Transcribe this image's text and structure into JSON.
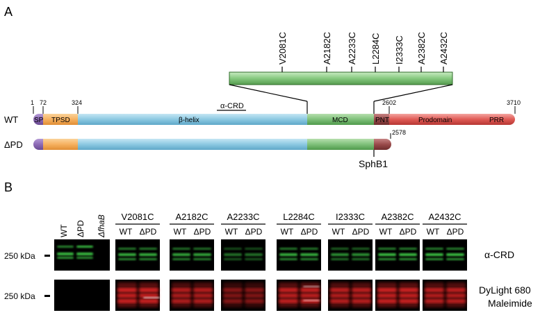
{
  "panel_a": {
    "label": "A",
    "mutants": [
      "V2081C",
      "A2182C",
      "A2233C",
      "L2284C",
      "I2333C",
      "A2382C",
      "A2432C"
    ],
    "positions": [
      "1",
      "72",
      "324",
      "2602",
      "3710",
      "2578"
    ],
    "wt_label": "WT",
    "dpd_label": "ΔPD",
    "crd_label": "α-CRD",
    "domains": {
      "sp": "SP",
      "tpsd": "TPSD",
      "helix": "β-helix",
      "mcd": "MCD",
      "pnt": "PNT",
      "prodomain": "Prodomain",
      "prr": "PRR"
    },
    "sphb1": "SphB1",
    "colors": {
      "sp": "#8e6bb6",
      "tpsd": "#f6b160",
      "helix": "#8cc9e2",
      "mcd": "#7fc07a",
      "pnt": "#9a4b4b",
      "prodomain": "#e05a55",
      "zoom_bar": "#86c97f"
    }
  },
  "panel_b": {
    "label": "B",
    "marker_top": "250 kDa",
    "marker_bottom": "250 kDa",
    "single_lanes": [
      "WT",
      "ΔPD",
      "ΔfhaB"
    ],
    "groups": [
      "V2081C",
      "A2182C",
      "A2233C",
      "L2284C",
      "I2333C",
      "A2382C",
      "A2432C"
    ],
    "sub_wt": "WT",
    "sub_dpd": "ΔPD",
    "row1_label": "α-CRD",
    "row2_label_line1": "DyLight 680",
    "row2_label_line2": "Maleimide",
    "colors": {
      "green_band": "#3fd04a",
      "red_band": "#ff2b2b",
      "blot_bg": "#000000"
    }
  }
}
